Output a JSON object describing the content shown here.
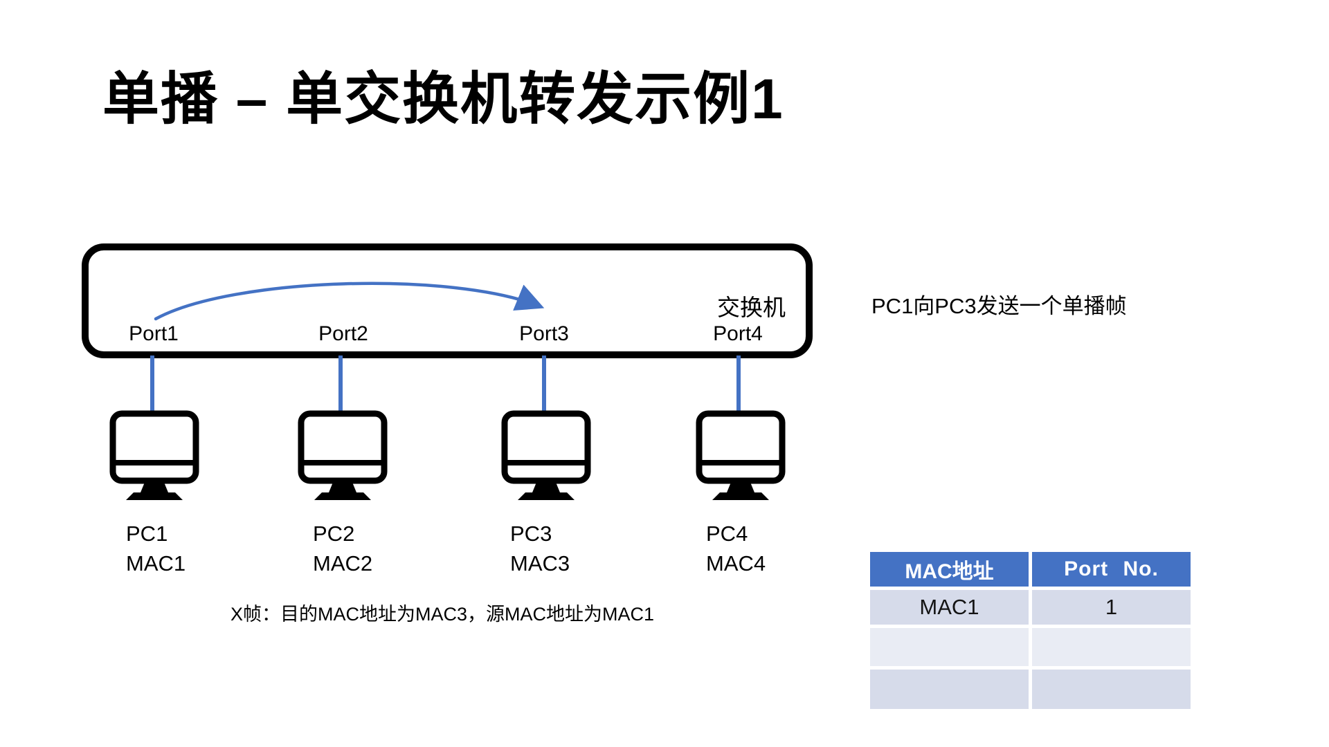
{
  "slide": {
    "title": "单播 – 单交换机转发示例1",
    "background_color": "#ffffff"
  },
  "colors": {
    "accent_blue": "#4472C4",
    "shape_stroke": "#000000",
    "table_header_bg": "#4472C4",
    "table_row_odd_bg": "#D6DBEA",
    "table_row_even_bg": "#E9ECF4",
    "table_header_text": "#ffffff"
  },
  "switch": {
    "label": "交换机",
    "ports": [
      {
        "label": "Port1"
      },
      {
        "label": "Port2"
      },
      {
        "label": "Port3"
      },
      {
        "label": "Port4"
      }
    ]
  },
  "pcs": [
    {
      "name": "PC1",
      "mac": "MAC1"
    },
    {
      "name": "PC2",
      "mac": "MAC2"
    },
    {
      "name": "PC3",
      "mac": "MAC3"
    },
    {
      "name": "PC4",
      "mac": "MAC4"
    }
  ],
  "annotations": {
    "right_note": "PC1向PC3发送一个单播帧",
    "frame_note": "X帧：目的MAC地址为MAC3，源MAC地址为MAC1",
    "arrow_meaning": "unicast frame forwarded from Port1 to Port3"
  },
  "mac_table": {
    "headers": [
      "MAC地址",
      "Port No."
    ],
    "rows": [
      {
        "mac": "MAC1",
        "port": "1"
      },
      {
        "mac": "",
        "port": ""
      },
      {
        "mac": "",
        "port": ""
      }
    ]
  }
}
